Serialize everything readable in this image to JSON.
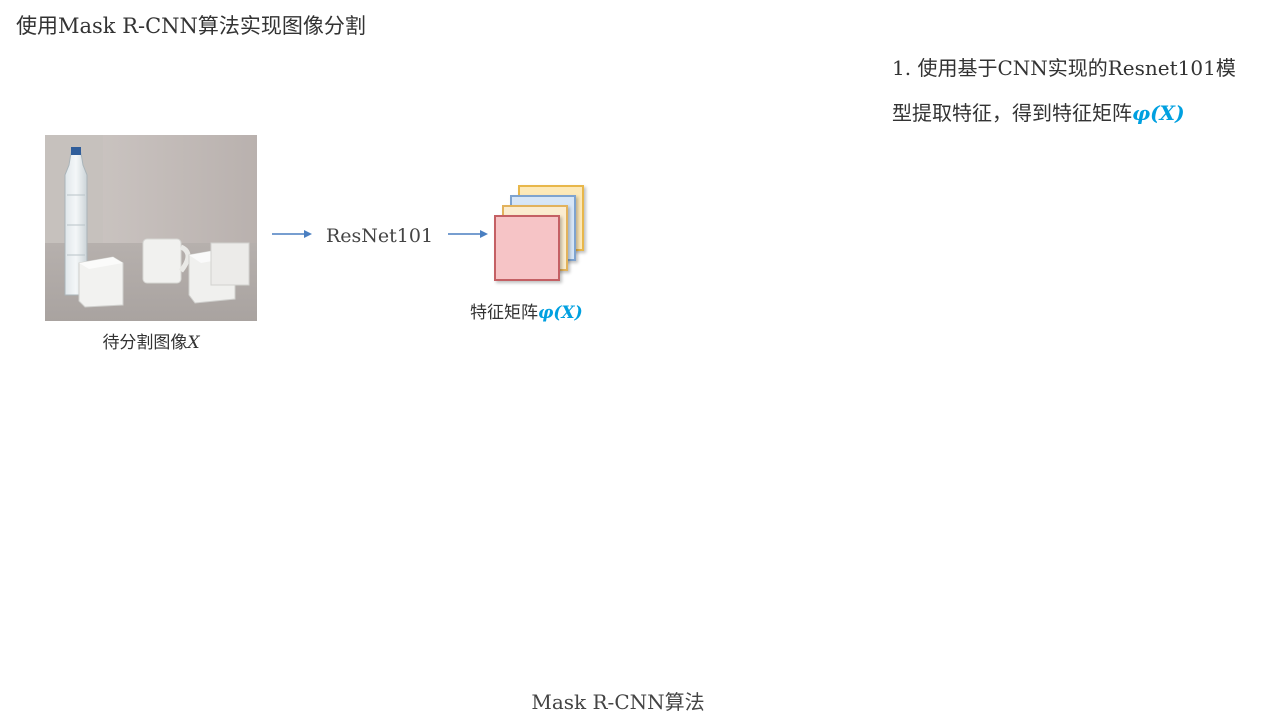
{
  "title": "使用Mask R-CNN算法实现图像分割",
  "step": {
    "line1": "1. 使用基于CNN实现的Resnet101模",
    "line2_text": "型提取特征，得到特征矩阵",
    "line2_symbol": "φ(X)"
  },
  "input_image": {
    "caption_text": "待分割图像",
    "caption_var": "X"
  },
  "network": {
    "label": "ResNet101"
  },
  "feature": {
    "caption_text": "特征矩阵",
    "caption_symbol": "φ(X)"
  },
  "footer": "Mask R-CNN算法",
  "colors": {
    "arrow": "#4a7fc1",
    "symbol": "#00a0e0"
  }
}
